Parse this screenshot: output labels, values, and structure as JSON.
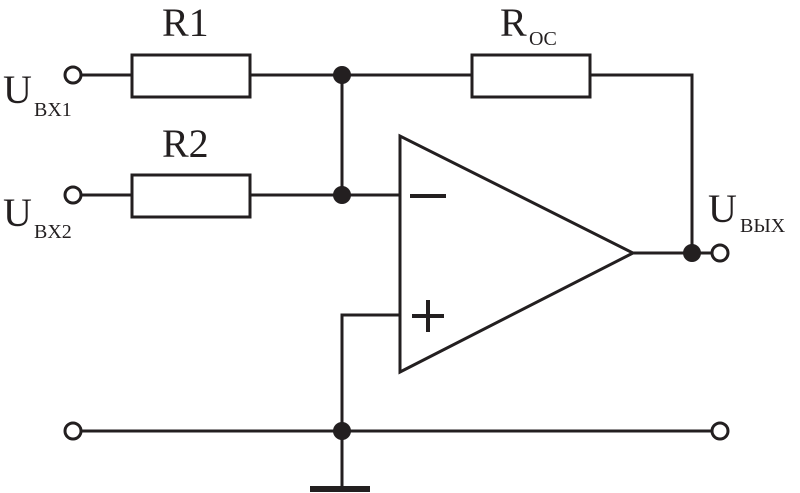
{
  "labels": {
    "r1": "R1",
    "r2": "R2",
    "roc_main": "R",
    "roc_sub": "OC",
    "uvx1_main": "U",
    "uvx1_sub": "BX1",
    "uvx2_main": "U",
    "uvx2_sub": "BX2",
    "uvyx_main": "U",
    "uvyx_sub": "ВЫХ"
  },
  "opamp": {
    "inverting_symbol": "−",
    "noninverting_symbol": "+"
  },
  "colors": {
    "ink": "#231f20",
    "background": "#ffffff"
  }
}
